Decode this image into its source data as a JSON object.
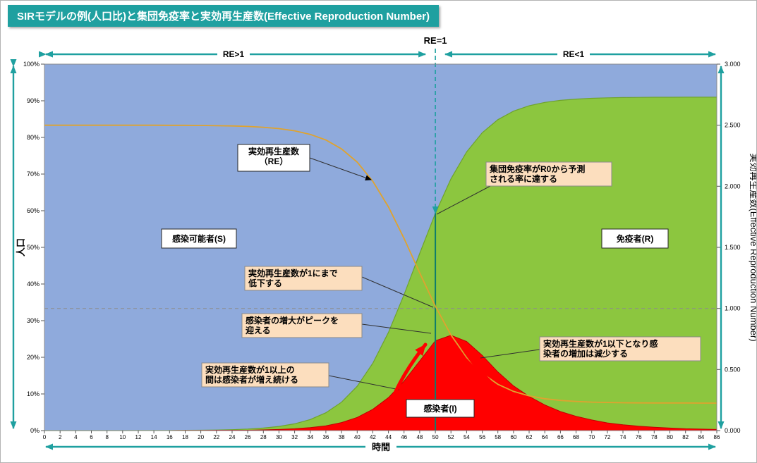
{
  "title": "SIRモデルの例(人口比)と集団免疫率と実効再生産数(Effective Reproduction Number)",
  "colors": {
    "accent_teal": "#1fa0a0",
    "vertical_line": "#0e7c6b",
    "annotation_fill": "#fcdebe",
    "susceptible_fill": "#8faadc",
    "recovered_fill": "#8cc63f",
    "infected_fill": "#ff0000",
    "re_line": "#dfa32f",
    "dashed_ref": "#8c8c8c"
  },
  "top_band": {
    "re_gt1": "RE>1",
    "re_eq1": "RE=1",
    "re_lt1": "RE<1"
  },
  "axes": {
    "x_label": "時間",
    "y_left_label": "人口",
    "y_right_label": "実効再生産数(Effective Reproduction Number)"
  },
  "annotations": {
    "re_label": {
      "lines": [
        "実効再生産数",
        "（RE）"
      ]
    },
    "herd": {
      "lines": [
        "集団免疫率がR0から予測",
        "される率に達する"
      ]
    },
    "re_drop": {
      "lines": [
        "実効再生産数が1にまで",
        "低下する"
      ]
    },
    "peak": {
      "lines": [
        "感染者の増大がピークを",
        "迎える"
      ]
    },
    "grow": {
      "lines": [
        "実効再生産数が1以上の",
        "間は感染者が増え続ける"
      ]
    },
    "decline": {
      "lines": [
        "実効再生産数が1以下となり感",
        "染者の増加は減少する"
      ]
    },
    "s_label": {
      "lines": [
        "感染可能者(S)"
      ]
    },
    "r_label": {
      "lines": [
        "免疫者(R)"
      ]
    },
    "i_label": {
      "lines": [
        "感染者(I)"
      ]
    }
  },
  "chart_data": {
    "type": "area",
    "stacked": true,
    "title": "SIRモデルの例(人口比)と集団免疫率と実効再生産数(Effective Reproduction Number)",
    "xlabel": "時間",
    "ylabel_left": "人口",
    "ylabel_right": "実効再生産数(Effective Reproduction Number)",
    "x_range": [
      0,
      86
    ],
    "y_left_range": [
      0,
      1
    ],
    "y_right_range": [
      0,
      3
    ],
    "grid": false,
    "reference_lines": {
      "re_equals_one_right_axis": 1.0,
      "re_equals_one_time": 50
    },
    "y_left_tick_labels": [
      "0%",
      "10%",
      "20%",
      "30%",
      "40%",
      "50%",
      "60%",
      "70%",
      "80%",
      "90%",
      "100%"
    ],
    "y_right_tick_labels": [
      "0.000",
      "0.500",
      "1.000",
      "1.500",
      "2.000",
      "2.500",
      "3.000"
    ],
    "x": [
      0,
      2,
      4,
      6,
      8,
      10,
      12,
      14,
      16,
      18,
      20,
      22,
      24,
      26,
      28,
      30,
      32,
      34,
      36,
      38,
      40,
      42,
      44,
      46,
      48,
      50,
      52,
      54,
      56,
      58,
      60,
      62,
      64,
      66,
      68,
      70,
      72,
      74,
      76,
      78,
      80,
      82,
      84,
      86
    ],
    "series": {
      "infected": {
        "label": "感染者(I)",
        "axis": "left",
        "color": "#ff0000",
        "values": [
          0,
          0,
          0,
          0,
          0,
          0,
          0,
          0,
          0,
          0.0005,
          0.0005,
          0.001,
          0.001,
          0.001,
          0.002,
          0.003,
          0.005,
          0.008,
          0.013,
          0.022,
          0.036,
          0.058,
          0.09,
          0.135,
          0.19,
          0.245,
          0.26,
          0.243,
          0.205,
          0.16,
          0.122,
          0.093,
          0.07,
          0.052,
          0.039,
          0.029,
          0.021,
          0.016,
          0.012,
          0.009,
          0.007,
          0.005,
          0.004,
          0.003
        ]
      },
      "recovered": {
        "label": "免疫者(R)",
        "axis": "left",
        "color": "#8cc63f",
        "values": [
          0,
          0,
          0,
          0,
          0,
          0,
          0.0001,
          0.0001,
          0.0002,
          0.0003,
          0.0004,
          0.0005,
          0.0015,
          0.0032,
          0.0049,
          0.0083,
          0.0135,
          0.0222,
          0.0356,
          0.0555,
          0.085,
          0.1256,
          0.1778,
          0.2358,
          0.2934,
          0.3477,
          0.4269,
          0.5173,
          0.6079,
          0.6885,
          0.7497,
          0.7934,
          0.8255,
          0.8492,
          0.8656,
          0.8777,
          0.887,
          0.8928,
          0.8973,
          0.9006,
          0.9027,
          0.9048,
          0.9059,
          0.9069
        ]
      },
      "susceptible": {
        "label": "感染可能者(S)",
        "axis": "left",
        "color": "#8faadc",
        "values": [
          1,
          1,
          1,
          1,
          1,
          0.9999,
          0.9999,
          0.9998,
          0.9997,
          0.9994,
          0.9991,
          0.9985,
          0.9975,
          0.9958,
          0.9931,
          0.9887,
          0.9815,
          0.9698,
          0.9514,
          0.9225,
          0.879,
          0.8164,
          0.7322,
          0.6292,
          0.5166,
          0.4073,
          0.3131,
          0.2397,
          0.1871,
          0.1515,
          0.1283,
          0.1136,
          0.1045,
          0.0988,
          0.0954,
          0.0933,
          0.092,
          0.0912,
          0.0907,
          0.0904,
          0.0903,
          0.0902,
          0.0901,
          0.0901
        ]
      },
      "re": {
        "label": "実効再生産数(RE)",
        "axis": "right",
        "type": "line",
        "color": "#dfa32f",
        "values": [
          2.5,
          2.5,
          2.5,
          2.5,
          2.5,
          2.5,
          2.5,
          2.5,
          2.499,
          2.499,
          2.498,
          2.496,
          2.494,
          2.49,
          2.483,
          2.472,
          2.454,
          2.425,
          2.379,
          2.306,
          2.198,
          2.041,
          1.831,
          1.573,
          1.292,
          1.018,
          0.783,
          0.599,
          0.468,
          0.379,
          0.321,
          0.284,
          0.261,
          0.247,
          0.239,
          0.233,
          0.23,
          0.228,
          0.227,
          0.226,
          0.226,
          0.226,
          0.225,
          0.225
        ]
      }
    }
  }
}
